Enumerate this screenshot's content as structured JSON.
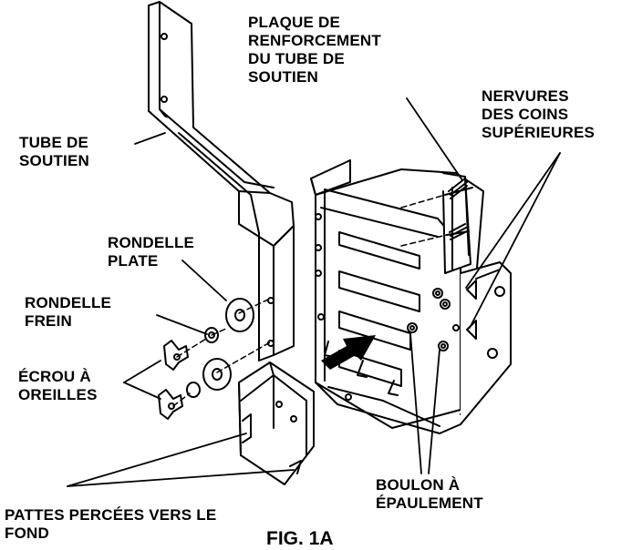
{
  "labels": {
    "plaque": [
      "PLAQUE DE",
      "RENFORCEMENT",
      "DU TUBE DE",
      "SOUTIEN"
    ],
    "nervures": [
      "NERVURES",
      "DES COINS",
      "SUPÉRIEURES"
    ],
    "tube": [
      "TUBE DE",
      "SOUTIEN"
    ],
    "rondelle_plate": [
      "RONDELLE",
      "PLATE"
    ],
    "rondelle_frein": [
      "RONDELLE",
      "FREIN"
    ],
    "ecrou": [
      "ÉCROU À",
      "OREILLES"
    ],
    "boulon": [
      "BOULON À",
      "ÉPAULEMENT"
    ],
    "pattes": [
      "PATTES PERCÉES VERS LE",
      "FOND"
    ]
  },
  "figure_caption": "FIG. 1A"
}
